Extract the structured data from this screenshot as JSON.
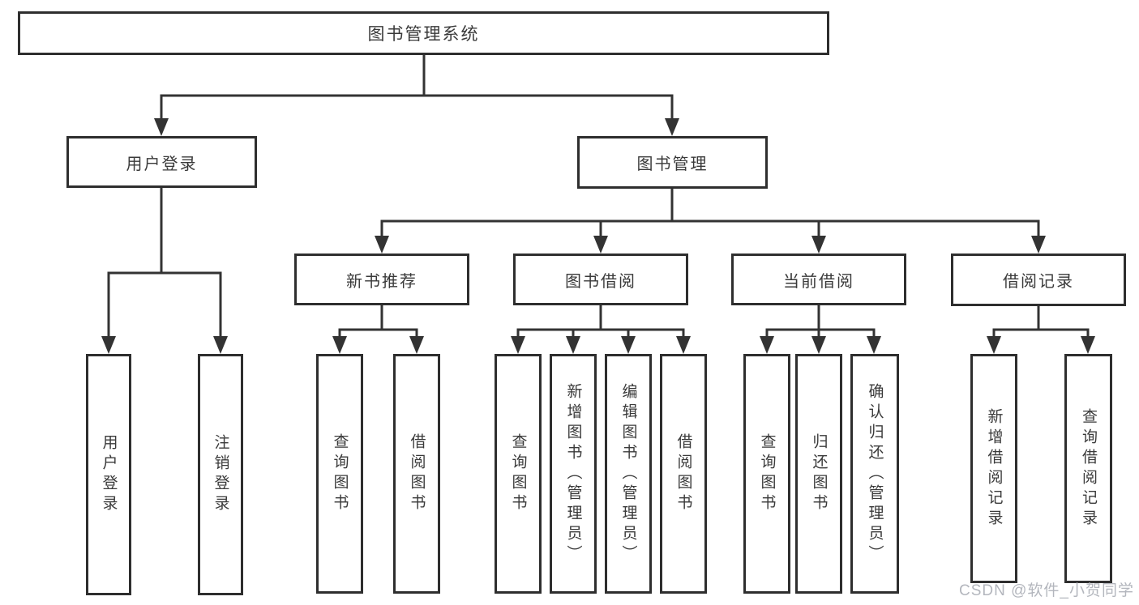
{
  "diagram": {
    "title": "图书管理系统",
    "root": {
      "label": "图书管理系统"
    },
    "branches": [
      {
        "label": "用户登录",
        "children": [
          {
            "label": "用户登录"
          },
          {
            "label": "注销登录"
          }
        ]
      },
      {
        "label": "图书管理",
        "children": [
          {
            "label": "新书推荐",
            "children": [
              {
                "label": "查询图书"
              },
              {
                "label": "借阅图书"
              }
            ]
          },
          {
            "label": "图书借阅",
            "children": [
              {
                "label": "查询图书"
              },
              {
                "label": "新增图书（管理员）"
              },
              {
                "label": "编辑图书（管理员）"
              },
              {
                "label": "借阅图书"
              }
            ]
          },
          {
            "label": "当前借阅",
            "children": [
              {
                "label": "查询图书"
              },
              {
                "label": "归还图书"
              },
              {
                "label": "确认归还（管理员）"
              }
            ]
          },
          {
            "label": "借阅记录",
            "children": [
              {
                "label": "新增借阅记录"
              },
              {
                "label": "查询借阅记录"
              }
            ]
          }
        ]
      }
    ],
    "watermark": "CSDN @软件_小贺同学",
    "colors": {
      "line": "#333333",
      "box_border": "#2e2e2e",
      "text": "#3a3a3a",
      "watermark": "#b3b6bd",
      "background": "#ffffff"
    }
  }
}
